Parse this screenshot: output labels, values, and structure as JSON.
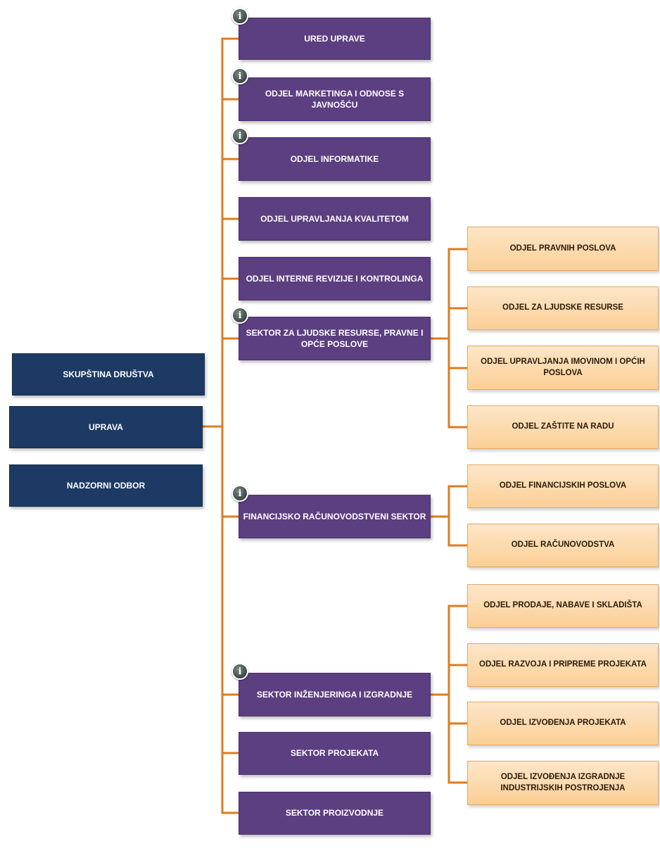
{
  "left_boxes": {
    "skupstina": "SKUPŠTINA DRUŠTVA",
    "uprava": "UPRAVA",
    "nadzorni": "NADZORNI ODBOR"
  },
  "middle_boxes": {
    "ured_uprave": "URED UPRAVE",
    "marketing": "ODJEL MARKETINGA I ODNOSE S JAVNOŠĆU",
    "informatika": "ODJEL INFORMATIKE",
    "kvaliteta": "ODJEL UPRAVLJANJA KVALITETOM",
    "revizija": "ODJEL INTERNE REVIZIJE I KONTROLINGA",
    "ljudski": "SEKTOR ZA LJUDSKE RESURSE, PRAVNE I OPĆE POSLOVE",
    "financije": "FINANCIJSKO RAČUNOVODSTVENI SEKTOR",
    "inzenjering": "SEKTOR INŽENJERINGA I IZGRADNJE",
    "projekti": "SEKTOR PROJEKATA",
    "proizvodnja": "SEKTOR PROIZVODNJE"
  },
  "right_boxes": {
    "pravni": "ODJEL PRAVNIH POSLOVA",
    "resursi": "ODJEL ZA LJUDSKE RESURSE",
    "imovina": "ODJEL UPRAVLJANJA IMOVINOM I OPĆIH POSLOVA",
    "zastita": "ODJEL ZAŠTITE NA RADU",
    "fin_poslovi": "ODJEL FINANCIJSKIH POSLOVA",
    "racunovodstvo": "ODJEL RAČUNOVODSTVA",
    "prodaja": "ODJEL PRODAJE, NABAVE I SKLADIŠTA",
    "razvoj": "ODJEL RAZVOJA I PRIPREME PROJEKATA",
    "izvodenje": "ODJEL IZVOĐENJA PROJEKATA",
    "industrija": "ODJEL IZVOĐENJA IZGRADNJE INDUSTRIJSKIH POSTROJENJA"
  },
  "info_icon": {
    "glyph": "i"
  },
  "colors": {
    "connector": "#e07b1c",
    "navy": "#1c3a63",
    "purple": "#5b3f80",
    "peach": "#fbcf96"
  }
}
